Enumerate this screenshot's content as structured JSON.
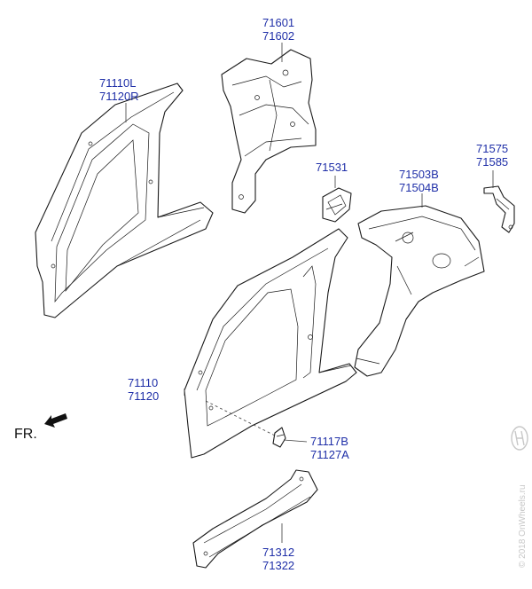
{
  "callouts": [
    {
      "id": "outer-left",
      "line1": "71110L",
      "line2": "71120R"
    },
    {
      "id": "rear-inner",
      "line1": "71601",
      "line2": "71602"
    },
    {
      "id": "fuel-door",
      "line1": "71531",
      "line2": ""
    },
    {
      "id": "quarter-panel",
      "line1": "71503B",
      "line2": "71504B"
    },
    {
      "id": "bracket",
      "line1": "71575",
      "line2": "71585"
    },
    {
      "id": "outer-front",
      "line1": "71110",
      "line2": "71120"
    },
    {
      "id": "small-bracket",
      "line1": "71117B",
      "line2": "71127A"
    },
    {
      "id": "sill",
      "line1": "71312",
      "line2": "71322"
    }
  ],
  "direction_label": "FR.",
  "watermark": "© 2018 OnWheels.ru",
  "colors": {
    "callout_text": "#1f2fa8",
    "line": "#1a1a1a",
    "watermark": "#c8c8c8"
  },
  "icons": [
    "front-direction-arrow-icon",
    "brand-logo-icon"
  ]
}
